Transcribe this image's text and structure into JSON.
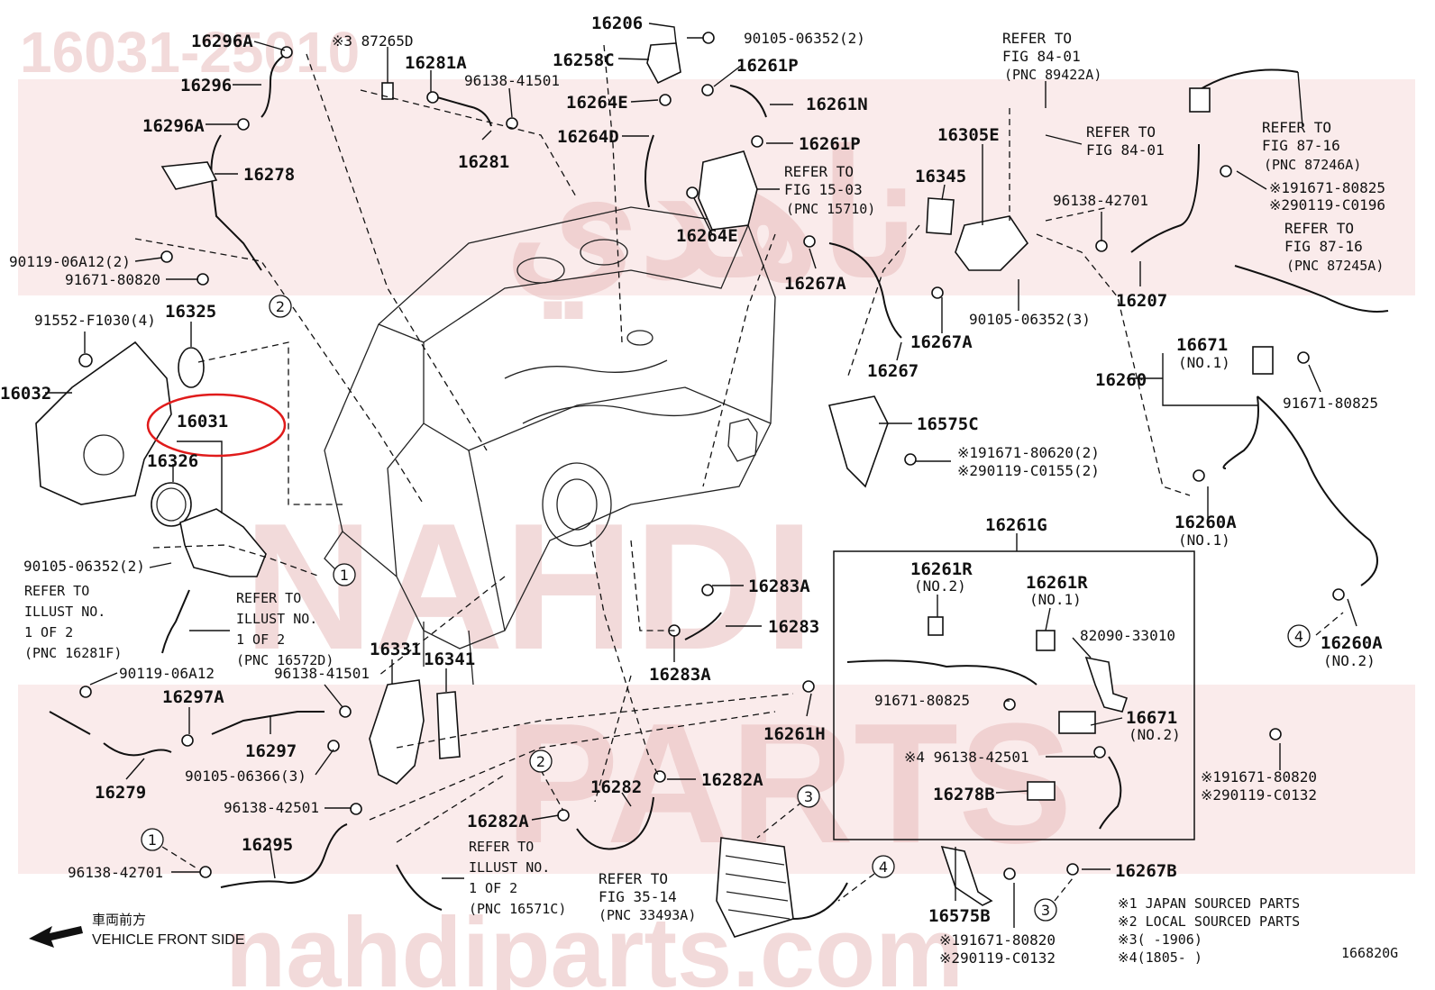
{
  "watermark": {
    "part_number": "16031-25010",
    "letters_top": "ناهدي",
    "word_mid": "NAHDI",
    "word_low": "PARTS",
    "site": "nahdiparts.com"
  },
  "highlight": {
    "part": "16031",
    "color": "#e01b1b"
  },
  "labels": {
    "p16296A_top": "16296A",
    "p87265D": "※3 87265D",
    "p16281A": "16281A",
    "p96138_41501_top": "96138-41501",
    "p16206": "16206",
    "p90105_06352_2_top": "90105-06352(2)",
    "p16258C": "16258C",
    "p16261P_top": "16261P",
    "p16296": "16296",
    "p16264E_top": "16264E",
    "p16261N": "16261N",
    "p16296A_mid": "16296A",
    "p16281": "16281",
    "p16264D": "16264D",
    "p16261P_mid": "16261P",
    "p16278": "16278",
    "p16264E_low": "16264E",
    "p16305E": "16305E",
    "p16345": "16345",
    "p90119_06A12_2": "90119-06A12(2)",
    "p91671_80820_left": "91671-80820",
    "p16267A_top": "16267A",
    "p96138_42701_right": "96138-42701",
    "p16207": "16207",
    "p90105_06352_3": "90105-06352(3)",
    "p16267A_mid": "16267A",
    "p16267": "16267",
    "p91552": "91552-F1030(4)",
    "p16325": "16325",
    "p16032": "16032",
    "p16031": "16031",
    "p16326": "16326",
    "p16671_top": "16671",
    "p16671_top_sub": "(NO.1)",
    "p16260": "16260",
    "p91671_80825_right": "91671-80825",
    "p16575C": "16575C",
    "p16575C_b1": "※191671-80620(2)",
    "p16575C_b2": "※290119-C0155(2)",
    "p16260A_top": "16260A",
    "p16260A_top_sub": "(NO.1)",
    "p16261G": "16261G",
    "p90105_06352_2_left": "90105-06352(2)",
    "p16261R_1": "16261R",
    "p16261R_1_sub": "(NO.2)",
    "p16261R_2": "16261R",
    "p16261R_2_sub": "(NO.1)",
    "p82090": "82090-33010",
    "p16283A_top": "16283A",
    "p16283": "16283",
    "p16283A_low": "16283A",
    "p16260A_low": "16260A",
    "p16260A_low_sub": "(NO.2)",
    "p16331": "16331",
    "p16341": "16341",
    "p90119_06A12": "90119-06A12",
    "p96138_41501_low": "96138-41501",
    "p16297A": "16297A",
    "p91671_80825_box": "91671-80825",
    "p16671_box": "16671",
    "p16671_box_sub": "(NO.2)",
    "p16261H": "16261H",
    "p16297": "16297",
    "p16279": "16279",
    "p90105_06366": "90105-06366(3)",
    "p96138_42501_box": "※4 96138-42501",
    "p16278B": "16278B",
    "p16282": "16282",
    "p16282A_right": "16282A",
    "p96138_42501_low": "96138-42501",
    "p16282A_left": "16282A",
    "p16295": "16295",
    "p96138_42701_low": "96138-42701",
    "p16267B": "16267B",
    "p16575B": "16575B",
    "p16575B_b1": "※191671-80820",
    "p16575B_b2": "※290119-C0132",
    "p_right_b1": "※191671-80820",
    "p_right_b2": "※290119-C0132",
    "p_right_top_b1": "※191671-80825",
    "p_right_top_b2": "※290119-C0196"
  },
  "refers": {
    "r_fig84_top": [
      "REFER TO",
      "FIG 84-01",
      "(PNC 89422A)"
    ],
    "r_fig84_mid": [
      "REFER TO",
      "FIG 84-01"
    ],
    "r_fig87_top": [
      "REFER TO",
      "FIG 87-16",
      "(PNC 87246A)"
    ],
    "r_fig87_mid": [
      "REFER TO",
      "FIG 87-16",
      "(PNC 87245A)"
    ],
    "r_fig15": [
      "REFER TO",
      "FIG 15-03",
      "(PNC 15710)"
    ],
    "r_illust_left": [
      "REFER TO",
      "ILLUST NO.",
      "1 OF 2",
      "(PNC 16281F)"
    ],
    "r_illust_mid": [
      "REFER TO",
      "ILLUST NO.",
      "1 OF 2",
      "(PNC 16572D)"
    ],
    "r_illust_low": [
      "REFER TO",
      "ILLUST NO.",
      "1 OF 2",
      "(PNC 16571C)"
    ],
    "r_fig35": [
      "REFER TO",
      "FIG 35-14",
      "(PNC 33493A)"
    ]
  },
  "callouts": [
    "1",
    "2",
    "3",
    "4"
  ],
  "legend": {
    "n1": "※1  JAPAN SOURCED PARTS",
    "n2": "※2  LOCAL SOURCED PARTS",
    "n3": "※3(     -1906)",
    "n4": "※4(1805-     )"
  },
  "direction": {
    "jp": "車両前方",
    "en": "VEHICLE FRONT SIDE"
  },
  "figure_id": "166820G"
}
